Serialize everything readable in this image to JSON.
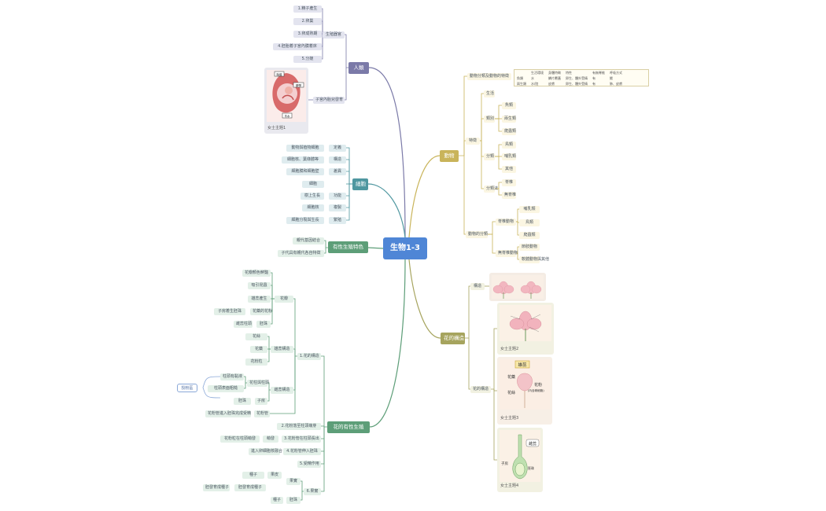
{
  "center": {
    "label": "生物1-3"
  },
  "colors": {
    "center": "#4f86d6",
    "human": "#7b7aa8",
    "human_bg": "#e3e4ef",
    "cell": "#4f97a0",
    "cell_bg": "#dfecef",
    "repro": "#5d9e78",
    "repro_bg": "#e3f0e8",
    "plants": "#c9b45a",
    "plants_bg": "#fbf6e2",
    "pollination": "#a6a45e",
    "pollination_bg": "#f1f1e1"
  },
  "branches": {
    "human": {
      "label": "人類",
      "group1": {
        "label": "生殖器官",
        "items": [
          "1.精子產生",
          "2.卵巢",
          "3.卵成熟期",
          "4.胚胎着子宮內膜着床",
          "5.分娩"
        ]
      },
      "group2": {
        "label": "子宮內胎兒發育",
        "caption": "女士主題1",
        "img_labels": [
          "胎盤",
          "臍帶",
          "羊水"
        ]
      }
    },
    "cell": {
      "label": "細胞",
      "items": [
        {
          "detail": "動物與植物細胞",
          "label": "定義"
        },
        {
          "detail": "細胞核、葉綠體等",
          "label": "構造"
        },
        {
          "detail": "細胞膜和細胞壁",
          "label": "差異"
        },
        {
          "detail": "細胞",
          "label": ""
        },
        {
          "detail": "樹上生長",
          "label": "功能"
        },
        {
          "detail": "細胞核",
          "label": "複製"
        },
        {
          "detail": "細胞分裂與生長",
          "label": "繁殖"
        }
      ]
    },
    "sexual": {
      "label": "有性生殖特色",
      "items": [
        "親代基因結合",
        "子代具有親代各自特徵"
      ]
    },
    "repro": {
      "label": "花的有性生殖",
      "g1": {
        "label": "1.花的構造",
        "flower": {
          "label": "花瓣",
          "items": [
            "花瓣顏色鮮豔",
            "吸引昆蟲",
            "雄蕊產生",
            "花藥的花粉",
            "雌蕊柱頭"
          ],
          "sub": {
            "detail": "子房着生胚珠",
            "label": "胚珠"
          }
        },
        "stamen": {
          "label": "雄蕊構造",
          "items": [
            "花絲",
            "花藥",
            "花粉粒"
          ]
        },
        "pistil": {
          "label": "雌蕊構造",
          "a": {
            "label": "花柱與柱頭",
            "items": [
              "柱頭有黏液",
              "柱頭表面粗糙"
            ]
          },
          "b": {
            "label": "子房",
            "item": "胚珠"
          },
          "note": "授粉區"
        },
        "pollen": {
          "label": "花粉管",
          "detail": "花粉管進入胚珠完成受精"
        }
      },
      "items": [
        "2.花粉落至柱頭萌芽",
        "3.花粉管在柱頭長出",
        "4.花粉管伸入胚珠",
        "5.受精作用"
      ],
      "i3detail": {
        "label": "萌發",
        "detail": "花粉粒在柱頭萌發"
      },
      "i4detail": "進入卵細胞核融合",
      "g6": {
        "label": "6.果實",
        "a": {
          "label": "果實",
          "items": [
            "果皮",
            "種子"
          ],
          "detail": "胚發育成種子"
        },
        "b": {
          "label": "胚珠",
          "item": "種子"
        }
      }
    },
    "plants": {
      "label": "動物",
      "table_title": "動物分類及動物的特徵",
      "table": [
        [
          "",
          "生活環境",
          "身體特徵",
          "特性",
          "有無脊椎",
          "呼吸方式"
        ],
        [
          "魚類",
          "水",
          "鱗片覆蓋",
          "卵生、體外受精",
          "有",
          "鰓"
        ],
        [
          "兩生類",
          "水/陸",
          "皮膚",
          "卵生、體外受精",
          "有",
          "肺、皮膚"
        ]
      ],
      "groups": [
        {
          "label": "特徵",
          "items": [
            {
              "label": "生活",
              "subs": []
            },
            {
              "label": "類別",
              "subs": [
                "魚類",
                "兩生類",
                "爬蟲類"
              ]
            },
            {
              "label": "分類",
              "subs": [
                "鳥類",
                "哺乳類",
                "其他"
              ]
            },
            {
              "label": "分類法",
              "subs": [
                "脊椎",
                "無脊椎"
              ]
            }
          ]
        },
        {
          "label": "動物的分類",
          "items": [
            {
              "label": "脊椎動物",
              "subs": [
                "哺乳類",
                "鳥類",
                "爬蟲類"
              ]
            },
            {
              "label": "無脊椎動物",
              "subs": [
                "節肢動物",
                "軟體動物與其他"
              ]
            }
          ]
        }
      ]
    },
    "pollination": {
      "label": "花的構造",
      "top_label": "構造",
      "bottom_label": "花的構造",
      "captions": [
        "女士主題2",
        "女士主題3",
        "女士主題4"
      ],
      "img2": {
        "title": "雄蕊",
        "left": "花藥",
        "left2": "花絲",
        "right": "花粉",
        "right2": "(內含精細胞)"
      },
      "img3": {
        "title": "雌蕊",
        "left": "子房",
        "right": "胚珠"
      }
    }
  }
}
